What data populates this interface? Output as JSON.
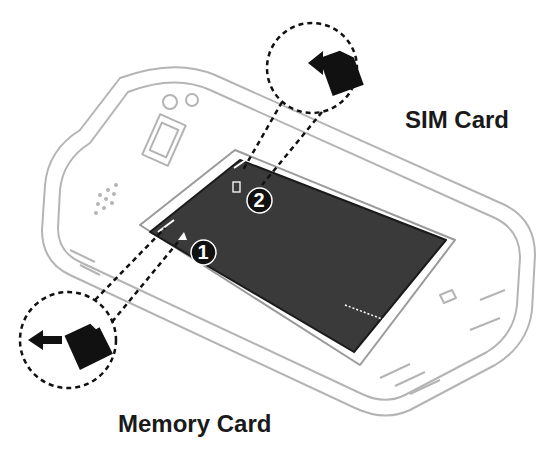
{
  "diagram": {
    "nodes": [
      {
        "text": [
          "2"
        ]
      },
      {
        "text": [
          "1"
        ]
      }
    ],
    "labels": [
      "SIM Card",
      "Memory Card"
    ]
  }
}
